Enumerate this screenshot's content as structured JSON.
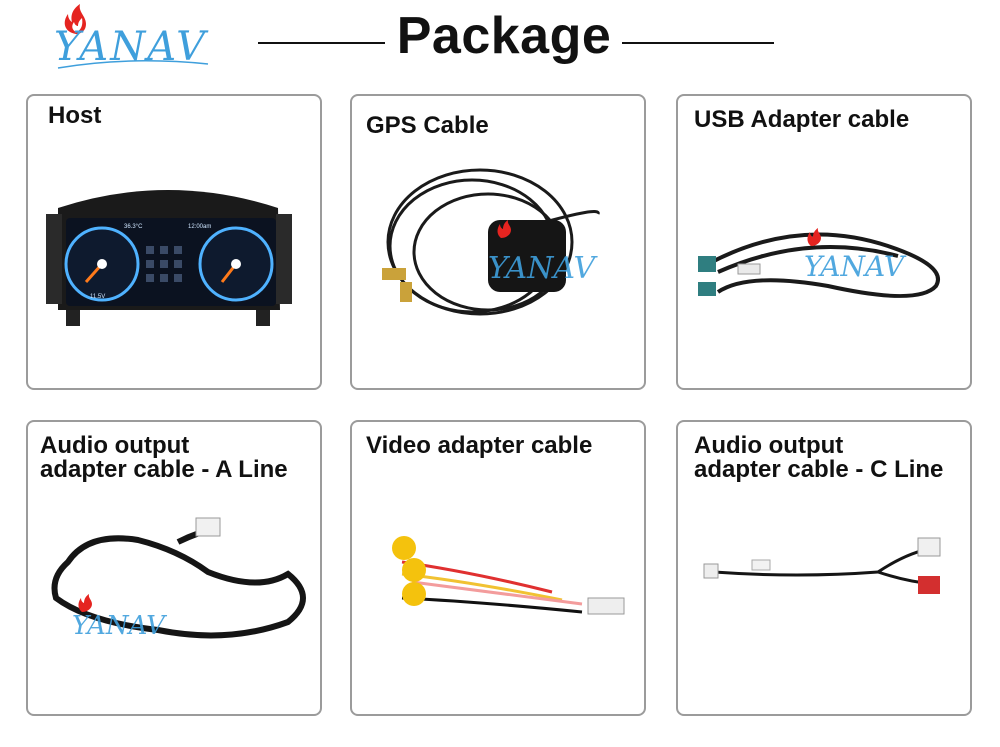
{
  "brand": {
    "name": "YANAV",
    "accent": "#3f9fdc",
    "flame": "#e52420"
  },
  "header": {
    "title": "Package"
  },
  "items": [
    {
      "label": "Host"
    },
    {
      "label": "GPS Cable"
    },
    {
      "label": "USB Adapter cable"
    },
    {
      "label_lines": [
        "Audio output",
        "adapter cable - A Line"
      ]
    },
    {
      "label": "Video adapter cable"
    },
    {
      "label_lines": [
        "Audio output",
        "adapter cable - C Line"
      ]
    }
  ],
  "host_screen": {
    "temperature": "36.3°C",
    "clock": "12:00am",
    "voltage": "11.5V"
  }
}
